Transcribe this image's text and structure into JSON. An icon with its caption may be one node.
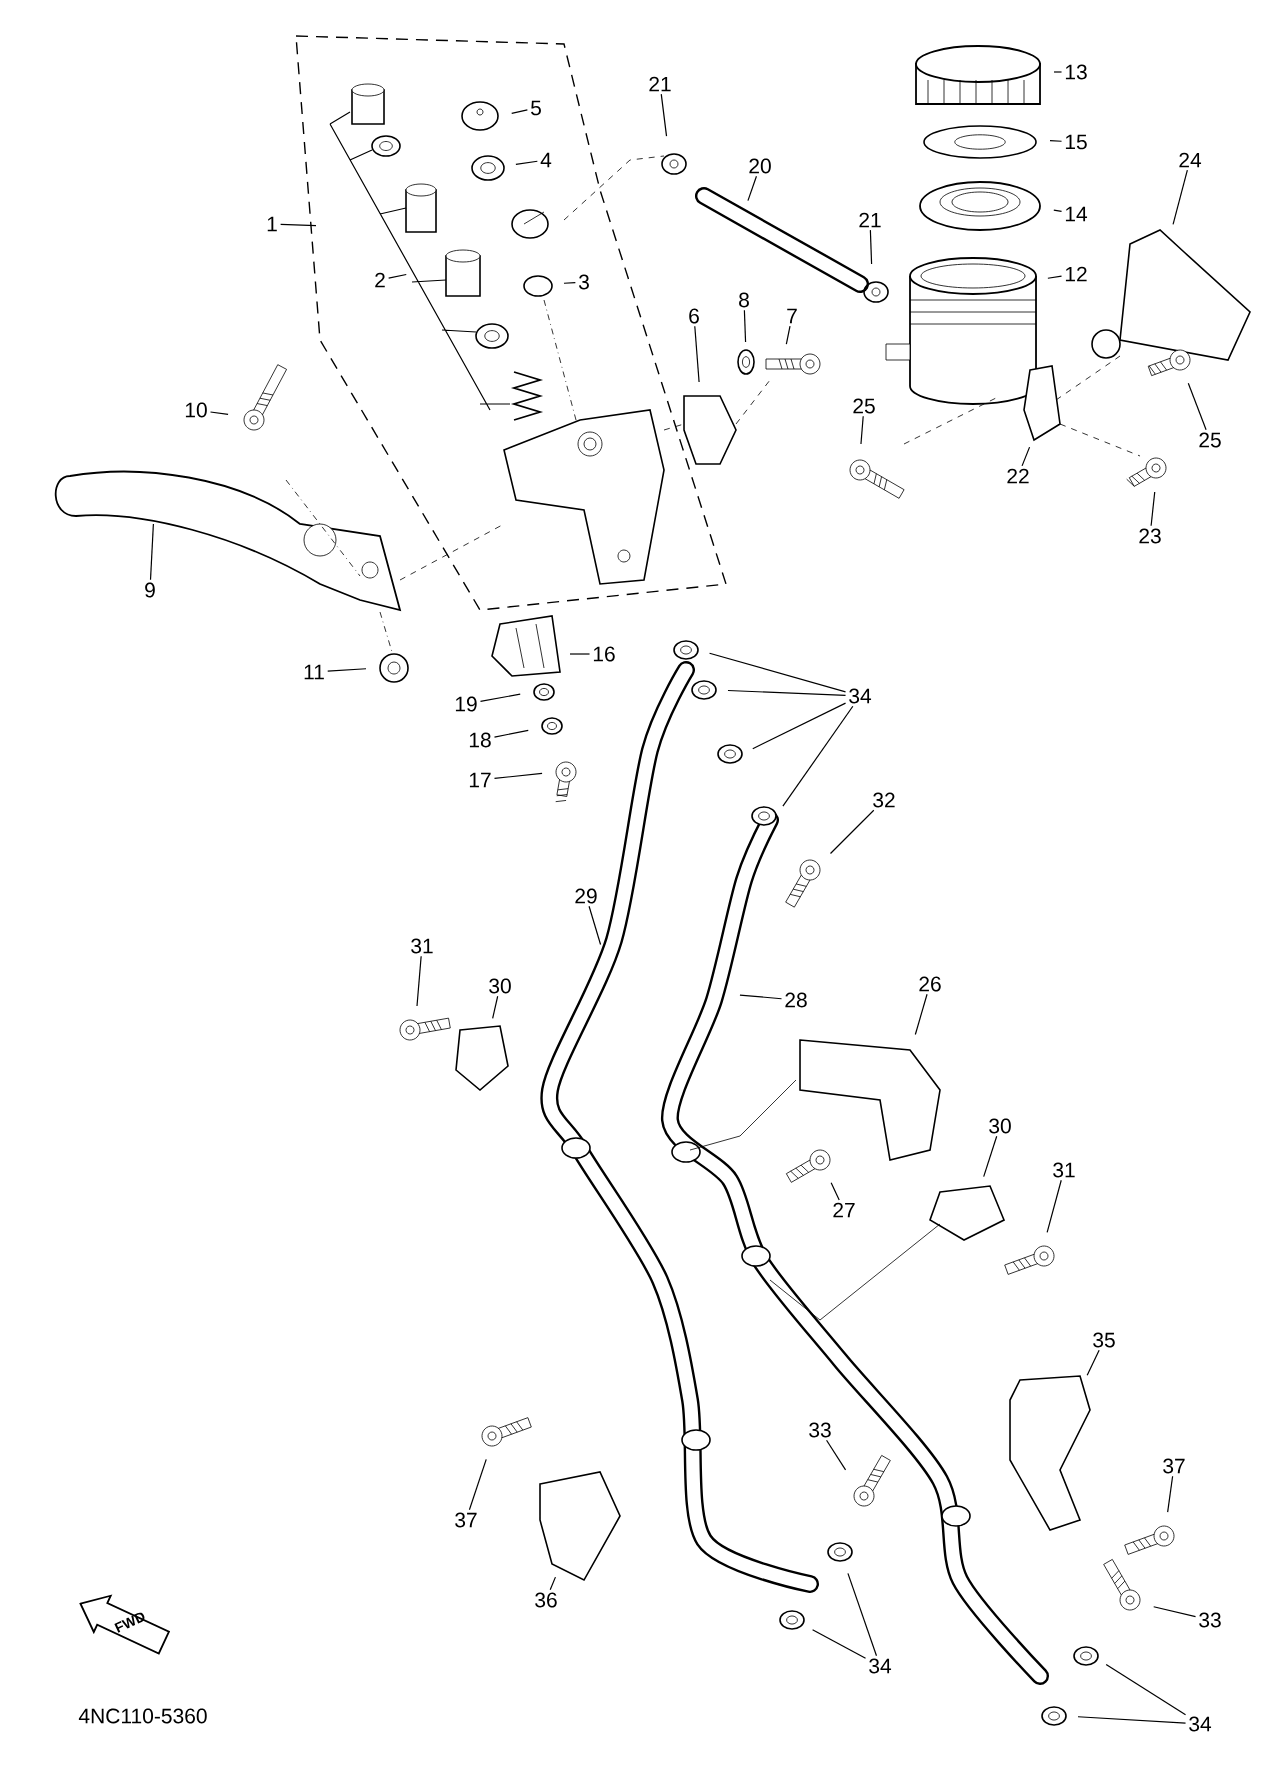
{
  "diagram": {
    "nodes": [
      {
        "text": [
          "21"
        ]
      },
      {
        "text": [
          "13"
        ]
      },
      {
        "text": [
          "5"
        ]
      },
      {
        "text": [
          "15"
        ]
      },
      {
        "text": [
          "4"
        ]
      },
      {
        "text": [
          "20"
        ]
      },
      {
        "text": [
          "24"
        ]
      },
      {
        "text": [
          "14"
        ]
      },
      {
        "text": [
          "1"
        ]
      },
      {
        "text": [
          "21"
        ]
      },
      {
        "text": [
          "12"
        ]
      },
      {
        "text": [
          "2"
        ]
      },
      {
        "text": [
          "3"
        ]
      },
      {
        "text": [
          "6"
        ]
      },
      {
        "text": [
          "8"
        ]
      },
      {
        "text": [
          "7"
        ]
      },
      {
        "text": [
          "25"
        ]
      },
      {
        "text": [
          "10"
        ]
      },
      {
        "text": [
          "25"
        ]
      },
      {
        "text": [
          "22"
        ]
      },
      {
        "text": [
          "23"
        ]
      },
      {
        "text": [
          "9"
        ]
      },
      {
        "text": [
          "16"
        ]
      },
      {
        "text": [
          "11"
        ]
      },
      {
        "text": [
          "34"
        ]
      },
      {
        "text": [
          "19"
        ]
      },
      {
        "text": [
          "18"
        ]
      },
      {
        "text": [
          "17"
        ]
      },
      {
        "text": [
          "32"
        ]
      },
      {
        "text": [
          "29"
        ]
      },
      {
        "text": [
          "31"
        ]
      },
      {
        "text": [
          "30"
        ]
      },
      {
        "text": [
          "26"
        ]
      },
      {
        "text": [
          "28"
        ]
      },
      {
        "text": [
          "30"
        ]
      },
      {
        "text": [
          "31"
        ]
      },
      {
        "text": [
          "27"
        ]
      },
      {
        "text": [
          "35"
        ]
      },
      {
        "text": [
          "33"
        ]
      },
      {
        "text": [
          "37"
        ]
      },
      {
        "text": [
          "37"
        ]
      },
      {
        "text": [
          "36"
        ]
      },
      {
        "text": [
          "33"
        ]
      },
      {
        "text": [
          "34"
        ]
      },
      {
        "text": [
          "34"
        ]
      }
    ],
    "edges": [
      {
        "from": 0,
        "to": null,
        "arrow": "none"
      },
      {
        "from": 1,
        "to": null,
        "arrow": "none"
      },
      {
        "from": 2,
        "to": null,
        "arrow": "none"
      },
      {
        "from": 3,
        "to": null,
        "arrow": "none"
      },
      {
        "from": 4,
        "to": null,
        "arrow": "none"
      },
      {
        "from": 5,
        "to": null,
        "arrow": "none"
      },
      {
        "from": 6,
        "to": null,
        "arrow": "none"
      },
      {
        "from": 7,
        "to": null,
        "arrow": "none"
      },
      {
        "from": 8,
        "to": null,
        "arrow": "none"
      },
      {
        "from": 9,
        "to": null,
        "arrow": "none"
      },
      {
        "from": 10,
        "to": null,
        "arrow": "none"
      },
      {
        "from": 11,
        "to": null,
        "arrow": "none"
      },
      {
        "from": 12,
        "to": null,
        "arrow": "none"
      },
      {
        "from": 13,
        "to": null,
        "arrow": "none"
      },
      {
        "from": 14,
        "to": null,
        "arrow": "none"
      },
      {
        "from": 15,
        "to": null,
        "arrow": "none"
      },
      {
        "from": 16,
        "to": null,
        "arrow": "none"
      },
      {
        "from": 17,
        "to": null,
        "arrow": "none"
      },
      {
        "from": 18,
        "to": null,
        "arrow": "none"
      },
      {
        "from": 19,
        "to": null,
        "arrow": "none"
      },
      {
        "from": 20,
        "to": null,
        "arrow": "none"
      },
      {
        "from": 21,
        "to": null,
        "arrow": "none"
      },
      {
        "from": 22,
        "to": null,
        "arrow": "none"
      },
      {
        "from": 23,
        "to": null,
        "arrow": "none"
      },
      {
        "from": 24,
        "to": null,
        "arrow": "none"
      },
      {
        "from": 24,
        "to": null,
        "arrow": "none"
      },
      {
        "from": 24,
        "to": null,
        "arrow": "none"
      },
      {
        "from": 24,
        "to": null,
        "arrow": "none"
      },
      {
        "from": 25,
        "to": null,
        "arrow": "none"
      },
      {
        "from": 26,
        "to": null,
        "arrow": "none"
      },
      {
        "from": 27,
        "to": null,
        "arrow": "none"
      },
      {
        "from": 28,
        "to": null,
        "arrow": "none"
      },
      {
        "from": 29,
        "to": null,
        "arrow": "none"
      },
      {
        "from": 30,
        "to": null,
        "arrow": "none"
      },
      {
        "from": 31,
        "to": null,
        "arrow": "none"
      },
      {
        "from": 32,
        "to": null,
        "arrow": "none"
      },
      {
        "from": 33,
        "to": null,
        "arrow": "none"
      },
      {
        "from": 34,
        "to": null,
        "arrow": "none"
      },
      {
        "from": 35,
        "to": null,
        "arrow": "none"
      },
      {
        "from": 36,
        "to": null,
        "arrow": "none"
      },
      {
        "from": 37,
        "to": null,
        "arrow": "none"
      },
      {
        "from": 38,
        "to": null,
        "arrow": "none"
      },
      {
        "from": 39,
        "to": null,
        "arrow": "none"
      },
      {
        "from": 40,
        "to": null,
        "arrow": "none"
      },
      {
        "from": 41,
        "to": null,
        "arrow": "none"
      },
      {
        "from": 42,
        "to": null,
        "arrow": "none"
      },
      {
        "from": 43,
        "to": null,
        "arrow": "none"
      },
      {
        "from": 43,
        "to": null,
        "arrow": "none"
      },
      {
        "from": 44,
        "to": null,
        "arrow": "none"
      },
      {
        "from": 44,
        "to": null,
        "arrow": "none"
      }
    ],
    "labels": [
      "FWD",
      "4NC110-5360"
    ]
  }
}
